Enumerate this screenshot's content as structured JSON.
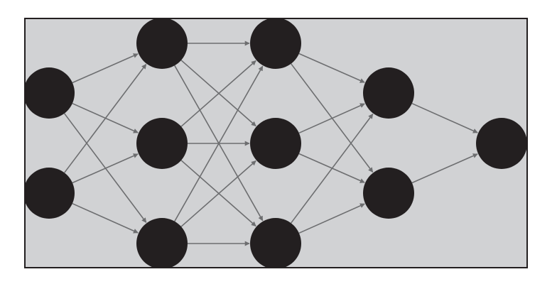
{
  "diagram": {
    "type": "feedforward-neural-network",
    "layers": [
      {
        "index": 0,
        "node_count": 2
      },
      {
        "index": 1,
        "node_count": 3
      },
      {
        "index": 2,
        "node_count": 3
      },
      {
        "index": 3,
        "node_count": 2
      },
      {
        "index": 4,
        "node_count": 1
      }
    ],
    "connectivity": "fully-connected-between-adjacent-layers",
    "edge_direction": "left-to-right",
    "colors": {
      "background": "#d1d2d4",
      "border": "#231f20",
      "node": "#231f20",
      "edge": "#6d6e70"
    }
  }
}
